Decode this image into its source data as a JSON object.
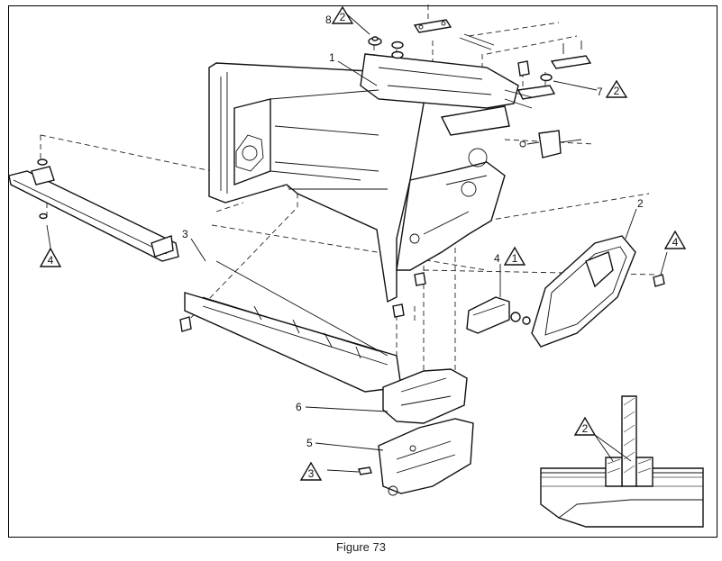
{
  "caption": "Figure 73",
  "callouts": {
    "c1": "1",
    "c2": "2",
    "c3": "3",
    "c4_plain": "4",
    "c5": "5",
    "c6": "6",
    "c7": "7",
    "c8": "8"
  },
  "triangles": {
    "t_8": "2",
    "t_7": "2",
    "t_left4": "4",
    "t_mid1": "1",
    "t_right4": "4",
    "t_3": "3",
    "t_detail2": "2"
  }
}
